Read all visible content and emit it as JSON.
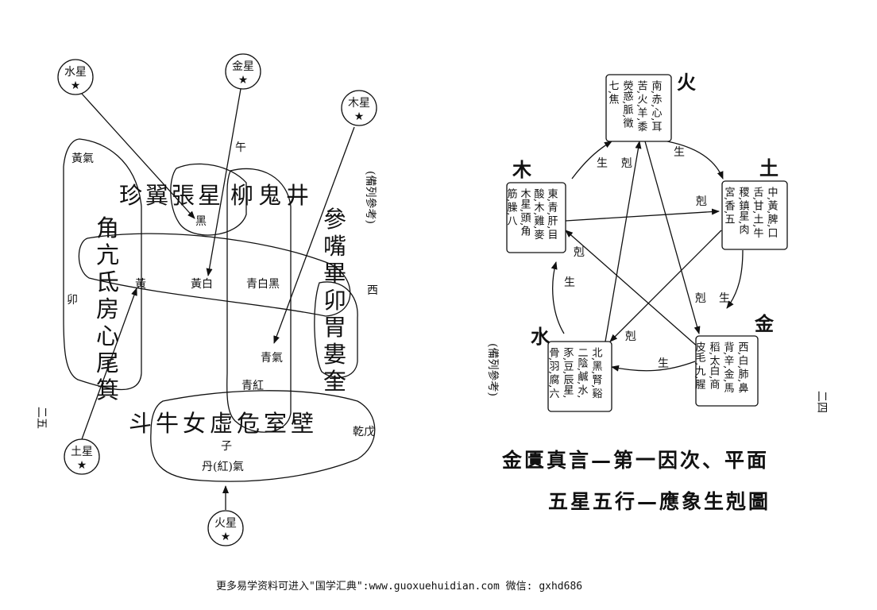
{
  "left_diagram": {
    "planets": {
      "water": {
        "name": "水星",
        "star": "★"
      },
      "metal": {
        "name": "金星",
        "star": "★"
      },
      "wood": {
        "name": "木星",
        "star": "★"
      },
      "earth": {
        "name": "土星",
        "star": "★"
      },
      "fire": {
        "name": "火星",
        "star": "★"
      }
    },
    "mansions": {
      "south": [
        "珍",
        "翼",
        "張",
        "星",
        "柳",
        "鬼",
        "井"
      ],
      "east": [
        "角",
        "亢",
        "氐",
        "房",
        "心",
        "尾",
        "箕"
      ],
      "west": [
        "參",
        "嘴",
        "畢",
        "卯",
        "胃",
        "婁",
        "奎"
      ],
      "north": [
        "斗",
        "牛",
        "女",
        "虛",
        "危",
        "室",
        "壁"
      ]
    },
    "labels": {
      "yellow_qi": "黃氣",
      "wu": "午",
      "hei": "黑",
      "mao": "卯",
      "huang": "黃",
      "huang_bai": "黃白",
      "qing_bai_hei": "青白黑",
      "xi": "西",
      "qing_qi": "青氣",
      "qing_hong": "青紅",
      "qian_wu": "乾戊",
      "zi": "子",
      "dan_hong_qi": "丹(紅)氣"
    },
    "side_note": "(備列參考)",
    "page_number": "二五"
  },
  "right_diagram": {
    "elements": {
      "fire": {
        "name": "火",
        "columns": [
          "南,赤,心,耳",
          "苦,火,羊,黍",
          "熒惑,脈,徵",
          "七,焦"
        ]
      },
      "earth": {
        "name": "土",
        "columns": [
          "中,黃,脾,口",
          "舌,甘,土,牛",
          "稷,鎮星,肉",
          "宮,香,五"
        ]
      },
      "metal": {
        "name": "金",
        "columns": [
          "西,白,肺,鼻",
          "背,辛,金,馬",
          "稻,太白,商",
          "皮毛,九,腥"
        ]
      },
      "water": {
        "name": "水",
        "columns": [
          "北,黑,腎,谿",
          "二陰,鹹,水,",
          "豕,豆,辰星,",
          "骨,羽,腐,六"
        ]
      },
      "wood": {
        "name": "木",
        "columns": [
          "東,青,肝,目",
          "酸,木,雞,麥",
          "木星,頭,角",
          "筋,臊,八"
        ]
      }
    },
    "relations": {
      "sheng": "生",
      "ke": "剋"
    },
    "side_note": "(備列參考)",
    "page_number": "二四",
    "title_line1": "金匱真言—第一因次、平面",
    "title_line2": "五星五行—應象生剋圖"
  },
  "footer": "更多易学资料可进入\"国学汇典\":www.guoxuehuidian.com   微信: gxhd686"
}
